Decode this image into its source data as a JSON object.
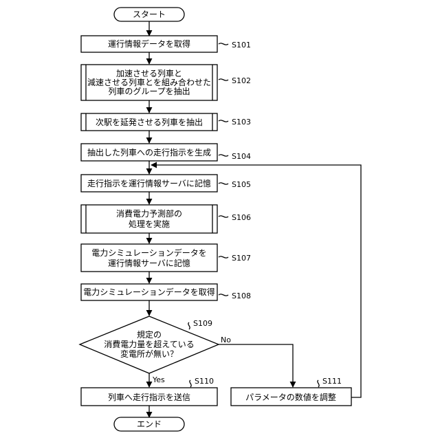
{
  "flowchart": {
    "start": "スタート",
    "end": "エンド",
    "nodes": [
      {
        "id": "S101",
        "step": "S101",
        "lines": [
          "運行情報データを取得"
        ]
      },
      {
        "id": "S102",
        "step": "S102",
        "lines": [
          "加速させる列車と",
          "減速させる列車とを組み合わせた",
          "列車のグループを抽出"
        ]
      },
      {
        "id": "S103",
        "step": "S103",
        "lines": [
          "次駅を延発させる列車を抽出"
        ]
      },
      {
        "id": "S104",
        "step": "S104",
        "lines": [
          "抽出した列車への走行指示を生成"
        ]
      },
      {
        "id": "S105",
        "step": "S105",
        "lines": [
          "走行指示を運行情報サーバに記憶"
        ]
      },
      {
        "id": "S106",
        "step": "S106",
        "lines": [
          "消費電力予測部の",
          "処理を実施"
        ]
      },
      {
        "id": "S107",
        "step": "S107",
        "lines": [
          "電力シミュレーションデータを",
          "運行情報サーバに記憶"
        ]
      },
      {
        "id": "S108",
        "step": "S108",
        "lines": [
          "電力シミュレーションデータを取得"
        ]
      },
      {
        "id": "S109",
        "step": "S109",
        "lines": [
          "規定の",
          "消費電力量を超えている",
          "変電所が無い？"
        ]
      },
      {
        "id": "S110",
        "step": "S110",
        "lines": [
          "列車へ走行指示を送信"
        ]
      },
      {
        "id": "S111",
        "step": "S111",
        "lines": [
          "パラメータの数値を調整"
        ]
      }
    ],
    "branch_yes": "Yes",
    "branch_no": "No"
  }
}
